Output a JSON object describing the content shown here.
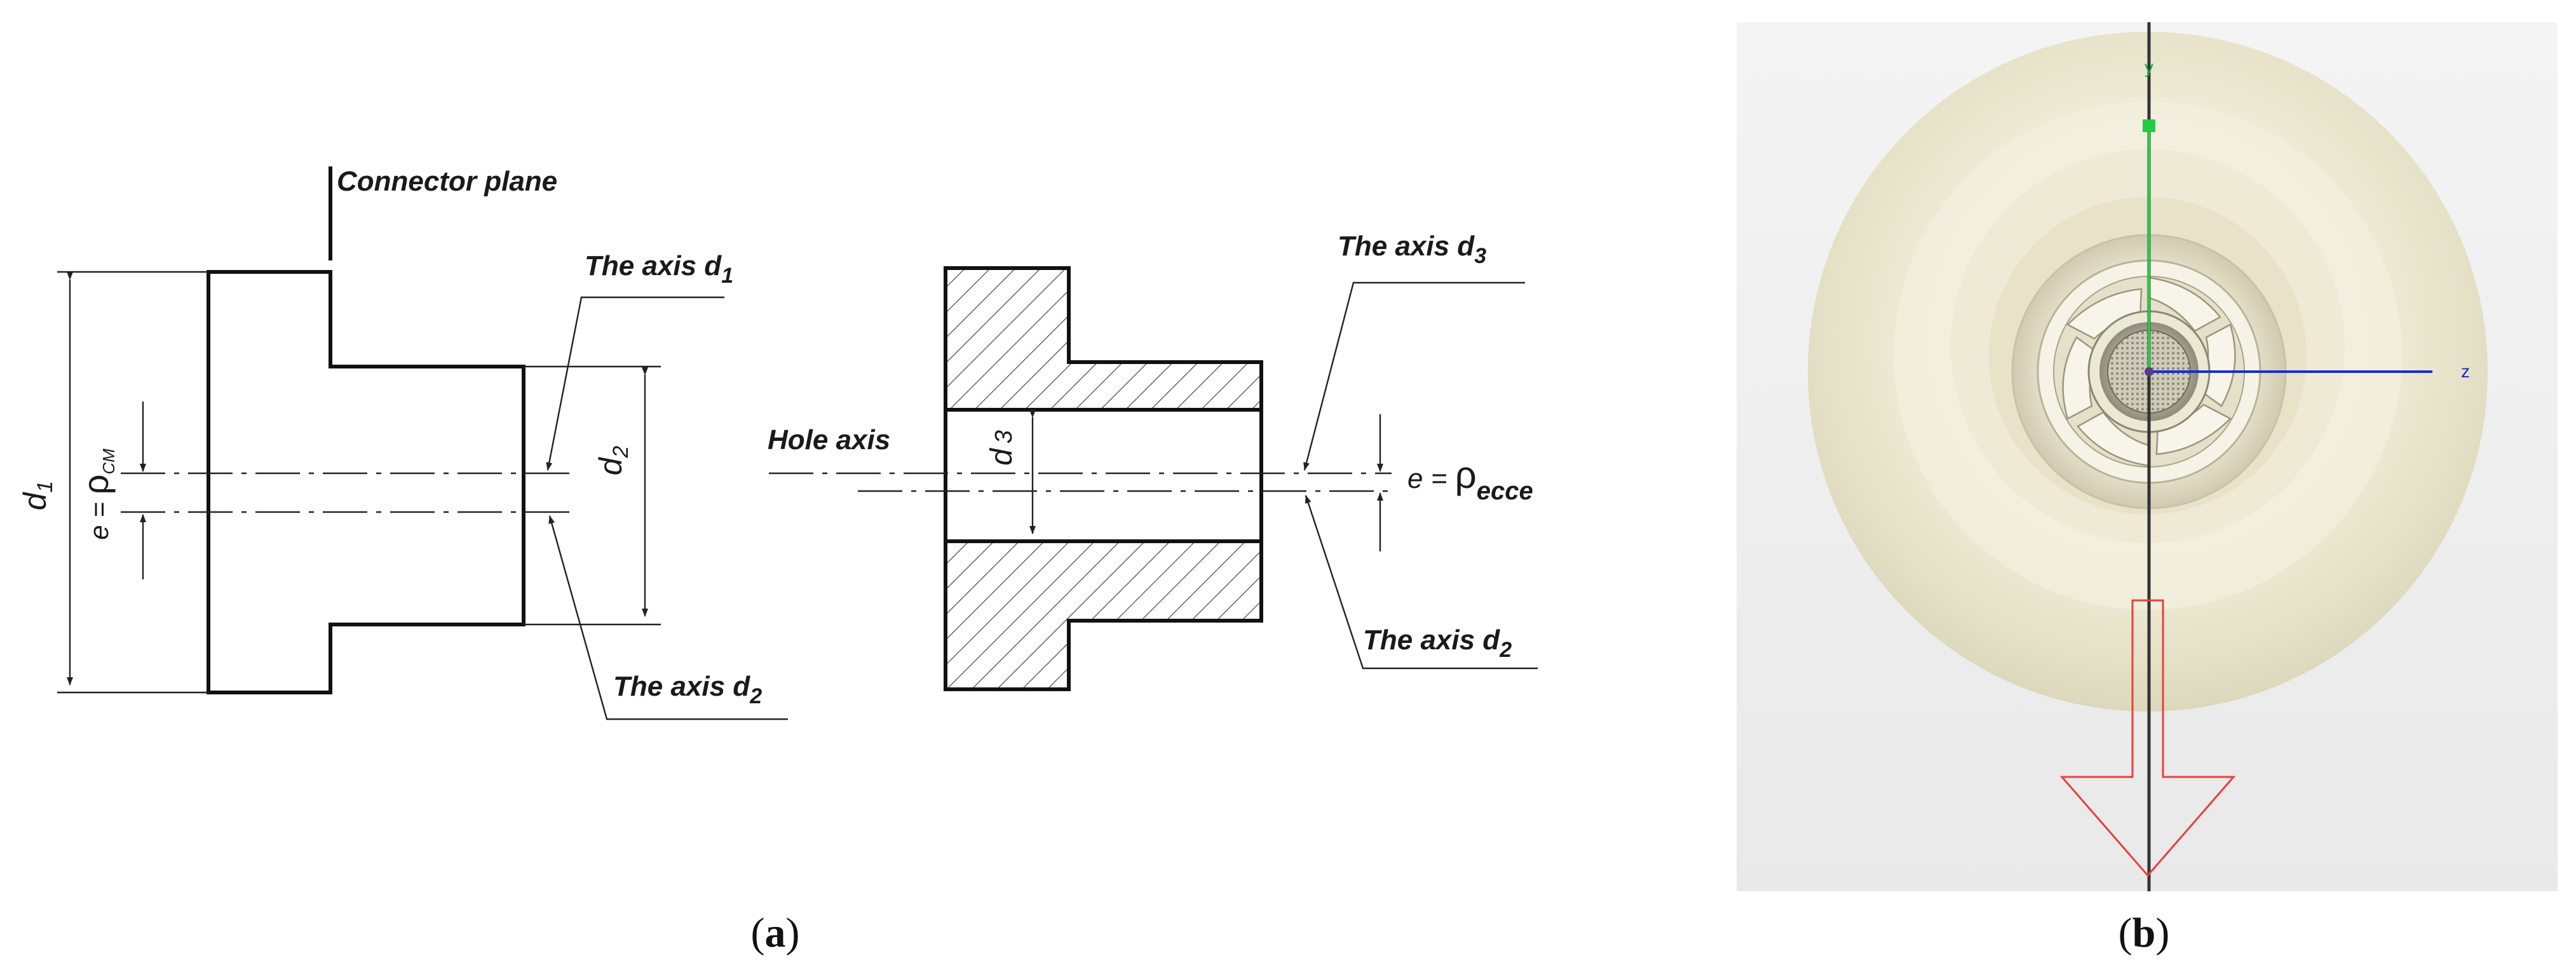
{
  "panel_a": {
    "connector_plane": "Connector plane",
    "axis_d1": {
      "prefix": "The axis d",
      "sub": "1"
    },
    "axis_d2_left": {
      "prefix": "The axis d",
      "sub": "2"
    },
    "axis_d3": {
      "prefix": "The axis d",
      "sub": "3"
    },
    "axis_d2_right": {
      "prefix": "The axis d",
      "sub": "2"
    },
    "hole_axis": "Hole axis",
    "dim_d1": {
      "main": "d",
      "sub": "1"
    },
    "dim_d2": {
      "main": "d",
      "sub": "2"
    },
    "dim_d3": {
      "main": "d",
      "sub": "3"
    },
    "e_cm": {
      "lhs": "e = ",
      "rho": "ρ",
      "sub": "CM"
    },
    "e_ecce": {
      "lhs": "e = ",
      "rho": "ρ",
      "sub": "ecce"
    }
  },
  "panel_b": {
    "y_label": "y",
    "z_label": "z",
    "colors": {
      "y_axis": "#22cc44",
      "z_axis": "#1a2bd0",
      "flow_arrow": "#e84040",
      "body": "#e9e5cf"
    }
  },
  "captions": {
    "a": {
      "open": "(",
      "letter": "a",
      "close": ")"
    },
    "b": {
      "open": "(",
      "letter": "b",
      "close": ")"
    }
  }
}
